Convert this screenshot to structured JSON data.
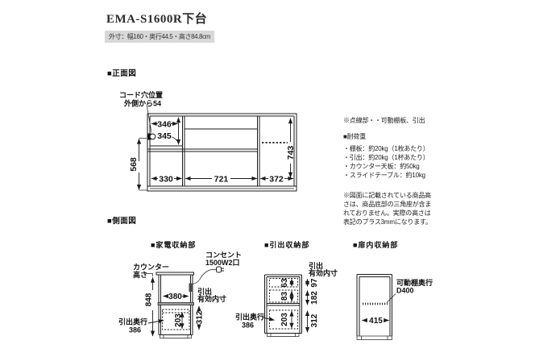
{
  "title": "EMA-S1600R下台",
  "subtitle": "外寸：幅160・奥行44.5・高さ84.8cm",
  "front": {
    "label": "■正面図",
    "cord_hole_line1": "コード穴位置",
    "cord_hole_line2": "外側から54",
    "d_346": "346",
    "d_345": "345",
    "d_568": "568",
    "d_330": "330",
    "d_721": "721",
    "d_372": "372",
    "d_743": "743"
  },
  "side": {
    "label": "■側面図",
    "appliance": {
      "label": "■家電収納部",
      "counter_line1": "カウンター",
      "counter_line2": "高さ",
      "outlet_line1": "コンセント",
      "outlet_line2": "1500W2口",
      "inner_line1": "引出",
      "inner_line2": "有効内寸",
      "depth_line1": "引出奥行",
      "depth_line2": "386",
      "d_848": "848",
      "d_380": "380",
      "d_203": "203",
      "d_312": "312"
    },
    "drawers": {
      "label": "■引出収納部",
      "inner_line1": "引出",
      "inner_line2": "有効内寸",
      "depth_line1": "引出奥行",
      "depth_line2": "386",
      "d_63": "63",
      "d_83": "83",
      "d_203": "203",
      "d_97": "97",
      "d_182": "182",
      "d_312": "312"
    },
    "door": {
      "label": "■扉内収納部",
      "shelf_line1": "可動棚奥行",
      "shelf_line2": "D400",
      "d_415": "415"
    }
  },
  "notes": {
    "dotted_note": "※点線部・・可動棚板、引出",
    "load_title": "■耐荷重",
    "load_items": [
      "・棚板：約20kg（1枚あたり）",
      "・引出：約20kg（1杯あたり）",
      "・カウンター天板：約50kg",
      "・スライドテーブル：約10kg"
    ],
    "height_note_lines": [
      "※図面に記載されている商品高",
      "さは、商品底部の三角座が含ま",
      "れておりません。実際の高さは",
      "表記のプラス3mmになります。"
    ]
  },
  "colors": {
    "line": "#1a1a1a",
    "subtitle_bg": "#d8d8d8",
    "slide_table": "#9a9a9a",
    "outlet": "#4a4a4a"
  }
}
